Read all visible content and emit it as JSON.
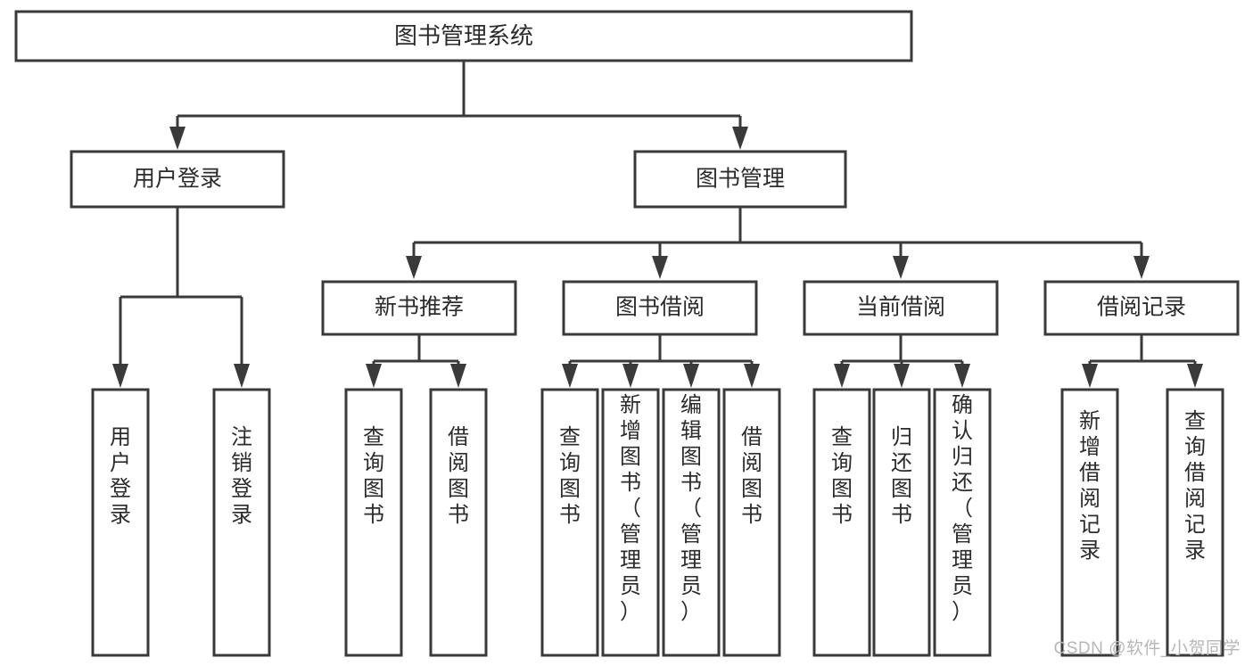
{
  "diagram": {
    "title": "图书管理系统",
    "type": "tree-hierarchy-chart",
    "colors": {
      "stroke": "#3a3a3a",
      "fill": "#ffffff",
      "text": "#2b2b2b",
      "watermark": "#b7b7b7"
    },
    "root": {
      "label": "图书管理系统"
    },
    "level2": [
      {
        "label": "用户登录"
      },
      {
        "label": "图书管理"
      }
    ],
    "level3": [
      {
        "label": "新书推荐"
      },
      {
        "label": "图书借阅"
      },
      {
        "label": "当前借阅"
      },
      {
        "label": "借阅记录"
      }
    ],
    "leaves": {
      "user_login": [
        {
          "label": "用户登录"
        },
        {
          "label": "注销登录"
        }
      ],
      "new_book_recommend": [
        {
          "label": "查询图书"
        },
        {
          "label": "借阅图书"
        }
      ],
      "book_borrow": [
        {
          "label": "查询图书"
        },
        {
          "label": "新增图书（管理员）"
        },
        {
          "label": "编辑图书（管理员）"
        },
        {
          "label": "借阅图书"
        }
      ],
      "current_borrow": [
        {
          "label": "查询图书"
        },
        {
          "label": "归还图书"
        },
        {
          "label": "确认归还（管理员）"
        }
      ],
      "borrow_record": [
        {
          "label": "新增借阅记录"
        },
        {
          "label": "查询借阅记录"
        }
      ]
    }
  },
  "watermark": {
    "text": "CSDN @软件_小贺同学"
  }
}
